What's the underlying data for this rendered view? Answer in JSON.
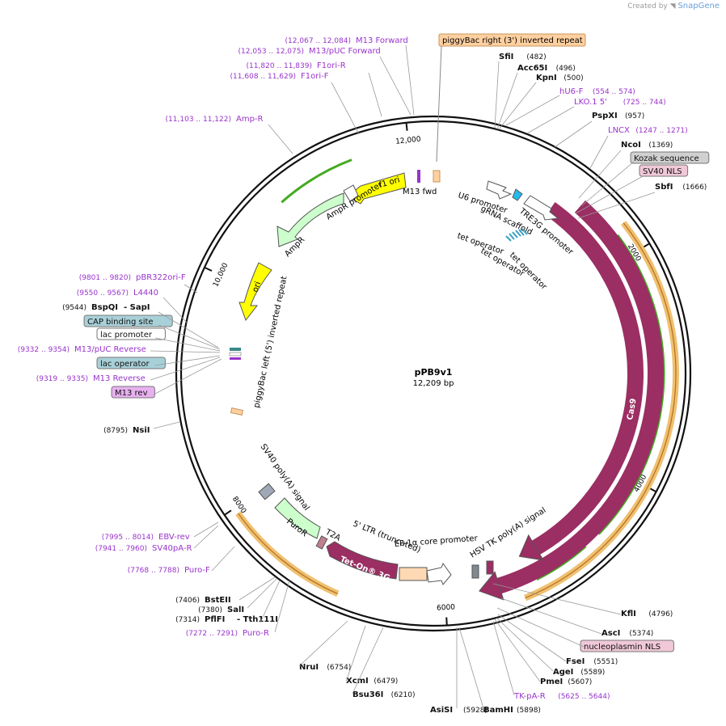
{
  "credit": {
    "prefix": "Created by",
    "brand": "SnapGene"
  },
  "plasmid": {
    "name": "pPB9v1",
    "size": "12,209 bp",
    "length_bp": 12209
  },
  "colors": {
    "purple": "#9933cc",
    "cas9": "#9b2e63",
    "ori": "#ffff00",
    "green": "#ccffcc",
    "orange": "#ffd9b3",
    "site": "#000000"
  },
  "ticks": [
    {
      "bp": 2000,
      "label": "2000"
    },
    {
      "bp": 4000,
      "label": "4000"
    },
    {
      "bp": 6000,
      "label": "6000"
    },
    {
      "bp": 8000,
      "label": "8000"
    },
    {
      "bp": 10000,
      "label": "10,000"
    },
    {
      "bp": 12000,
      "label": "12,000"
    }
  ],
  "labels_right": [
    {
      "name": "SfiI",
      "pos": "(482)",
      "bold": true
    },
    {
      "name": "Acc65I",
      "pos": "(496)",
      "bold": true
    },
    {
      "name": "KpnI",
      "pos": "(500)",
      "bold": true
    },
    {
      "name": "hU6-F",
      "pos": "(554 .. 574)",
      "primer": true
    },
    {
      "name": "LKO.1 5'",
      "pos": "(725 .. 744)",
      "primer": true
    },
    {
      "name": "PspXI",
      "pos": "(957)",
      "bold": true
    },
    {
      "name": "LNCX",
      "pos": "(1247 .. 1271)",
      "primer": true
    },
    {
      "name": "NcoI",
      "pos": "(1369)",
      "bold": true
    },
    {
      "name": "Kozak sequence",
      "box": "#d0d0d0"
    },
    {
      "name": "SV40 NLS",
      "box": "#f0c8d8"
    },
    {
      "name": "SbfI",
      "pos": "(1666)",
      "bold": true
    },
    {
      "name": "KflI",
      "pos": "(4796)",
      "bold": true
    },
    {
      "name": "AscI",
      "pos": "(5374)",
      "bold": true
    },
    {
      "name": "nucleoplasmin NLS",
      "box": "#f0c8d8"
    },
    {
      "name": "FseI",
      "pos": "(5551)",
      "bold": true
    },
    {
      "name": "AgeI",
      "pos": "(5589)",
      "bold": true
    },
    {
      "name": "PmeI",
      "pos": "(5607)",
      "bold": true
    },
    {
      "name": "TK-pA-R",
      "pos": "(5625 .. 5644)",
      "primer": true
    },
    {
      "name": "BamHI",
      "pos": "(5898)",
      "bold": true
    },
    {
      "name": "AsiSI",
      "pos": "(5928)",
      "bold": true
    },
    {
      "name": "Bsu36I",
      "pos": "(6210)",
      "bold": true
    },
    {
      "name": "XcmI",
      "pos": "(6479)",
      "bold": true
    },
    {
      "name": "NruI",
      "pos": "(6754)",
      "bold": true
    }
  ],
  "labels_left": [
    {
      "name": "M13 Forward",
      "pos": "(12,067 .. 12,084)",
      "primer": true
    },
    {
      "name": "M13/pUC Forward",
      "pos": "(12,053 .. 12,075)",
      "primer": true
    },
    {
      "name": "F1ori-R",
      "pos": "(11,820 .. 11,839)",
      "primer": true
    },
    {
      "name": "F1ori-F",
      "pos": "(11,608 .. 11,629)",
      "primer": true
    },
    {
      "name": "Amp-R",
      "pos": "(11,103 .. 11,122)",
      "primer": true
    },
    {
      "name": "pBR322ori-F",
      "pos": "(9801 .. 9820)",
      "primer": true
    },
    {
      "name": "L4440",
      "pos": "(9550 .. 9567)",
      "primer": true
    },
    {
      "name": "BspQI",
      "pos": "(9544)",
      "bold": true,
      "extra": "- SapI"
    },
    {
      "name": "CAP binding site",
      "box": "#a8d0d8"
    },
    {
      "name": "lac promoter",
      "box": "#ffffff"
    },
    {
      "name": "M13/pUC Reverse",
      "pos": "(9332 .. 9354)",
      "primer": true
    },
    {
      "name": "lac operator",
      "box": "#a8d0d8"
    },
    {
      "name": "M13 Reverse",
      "pos": "(9319 .. 9335)",
      "primer": true
    },
    {
      "name": "M13 rev",
      "box": "#e8b0f0"
    },
    {
      "name": "NsiI",
      "pos": "(8795)",
      "bold": true
    },
    {
      "name": "EBV-rev",
      "pos": "(7995 .. 8014)",
      "primer": true
    },
    {
      "name": "SV40pA-R",
      "pos": "(7941 .. 7960)",
      "primer": true
    },
    {
      "name": "Puro-F",
      "pos": "(7768 .. 7788)",
      "primer": true
    },
    {
      "name": "BstEII",
      "pos": "(7406)",
      "bold": true
    },
    {
      "name": "SalI",
      "pos": "(7380)",
      "bold": true
    },
    {
      "name": "PflFI",
      "pos": "(7314)",
      "bold": true,
      "extra": "- Tth111I"
    },
    {
      "name": "Puro-R",
      "pos": "(7272 .. 7291)",
      "primer": true
    }
  ],
  "top_feature": {
    "name": "piggyBac right (3') inverted repeat"
  },
  "inner_labels": {
    "f1ori": "f1 ori",
    "m13fwd": "M13 fwd",
    "ampr_promoter": "AmpR promoter",
    "ampr": "AmpR",
    "ori": "ori",
    "pb_left": "piggyBac left (5') inverted repeat",
    "u6": "U6 promoter",
    "grna": "gRNA scaffold",
    "tre3g": "TRE3G promoter",
    "tetop1": "tet operator",
    "tetop2": "tet operator",
    "tetop3": "tet operator",
    "cas9_inner": "Cas9",
    "cas9_outer": "Cas9",
    "sv40pa": "SV40 poly(A) signal",
    "puror": "PuroR",
    "t2a": "T2A",
    "teton": "Tet-On® 3G",
    "ltr": "5' LTR (truncated)",
    "ef1a": "EF-1α core promoter",
    "hsvtk": "HSV TK poly(A) signal"
  }
}
